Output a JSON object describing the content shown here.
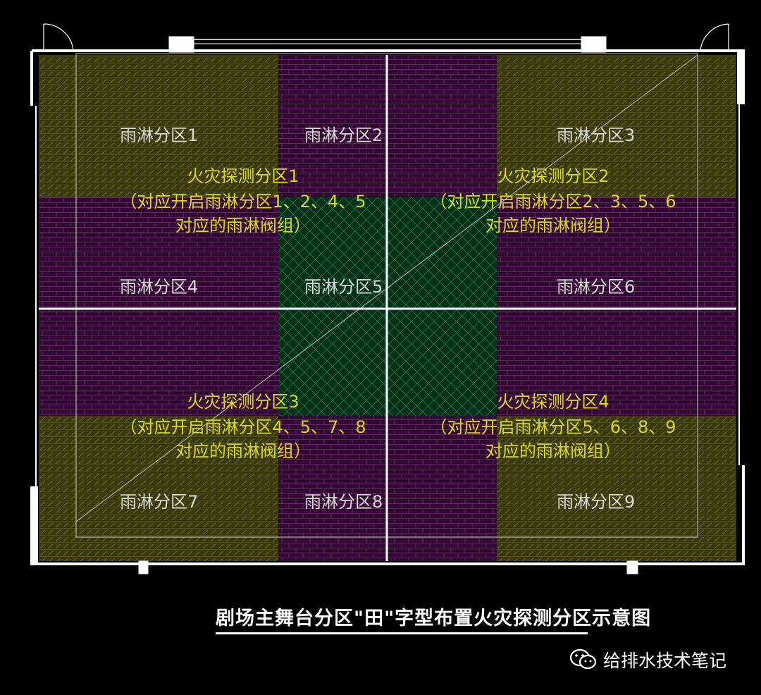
{
  "title": "剧场主舞台分区\"田\"字型布置火灾探测分区示意图",
  "watermark": "给排水技术笔记",
  "sprinkler_zones": [
    "雨淋分区1",
    "雨淋分区2",
    "雨淋分区3",
    "雨淋分区4",
    "雨淋分区5",
    "雨淋分区6",
    "雨淋分区7",
    "雨淋分区8",
    "雨淋分区9"
  ],
  "detection_zones": [
    {
      "name": "火灾探测分区1",
      "line1": "（对应开启雨淋分区1、2、4、5",
      "line2": "对应的雨淋阀组）"
    },
    {
      "name": "火灾探测分区2",
      "line1": "（对应开启雨淋分区2、3、5、6",
      "line2": "对应的雨淋阀组）"
    },
    {
      "name": "火灾探测分区3",
      "line1": "（对应开启雨淋分区4、5、7、8",
      "line2": "对应的雨淋阀组）"
    },
    {
      "name": "火灾探测分区4",
      "line1": "（对应开启雨淋分区5、6、8、9",
      "line2": "对应的雨淋阀组）"
    }
  ],
  "colors": {
    "olive": "#3a3a0e",
    "purple": "#300a30",
    "green": "#06301a",
    "label": "#d8d8d8",
    "detect": "#d8d820",
    "wall": "#ffffff"
  }
}
